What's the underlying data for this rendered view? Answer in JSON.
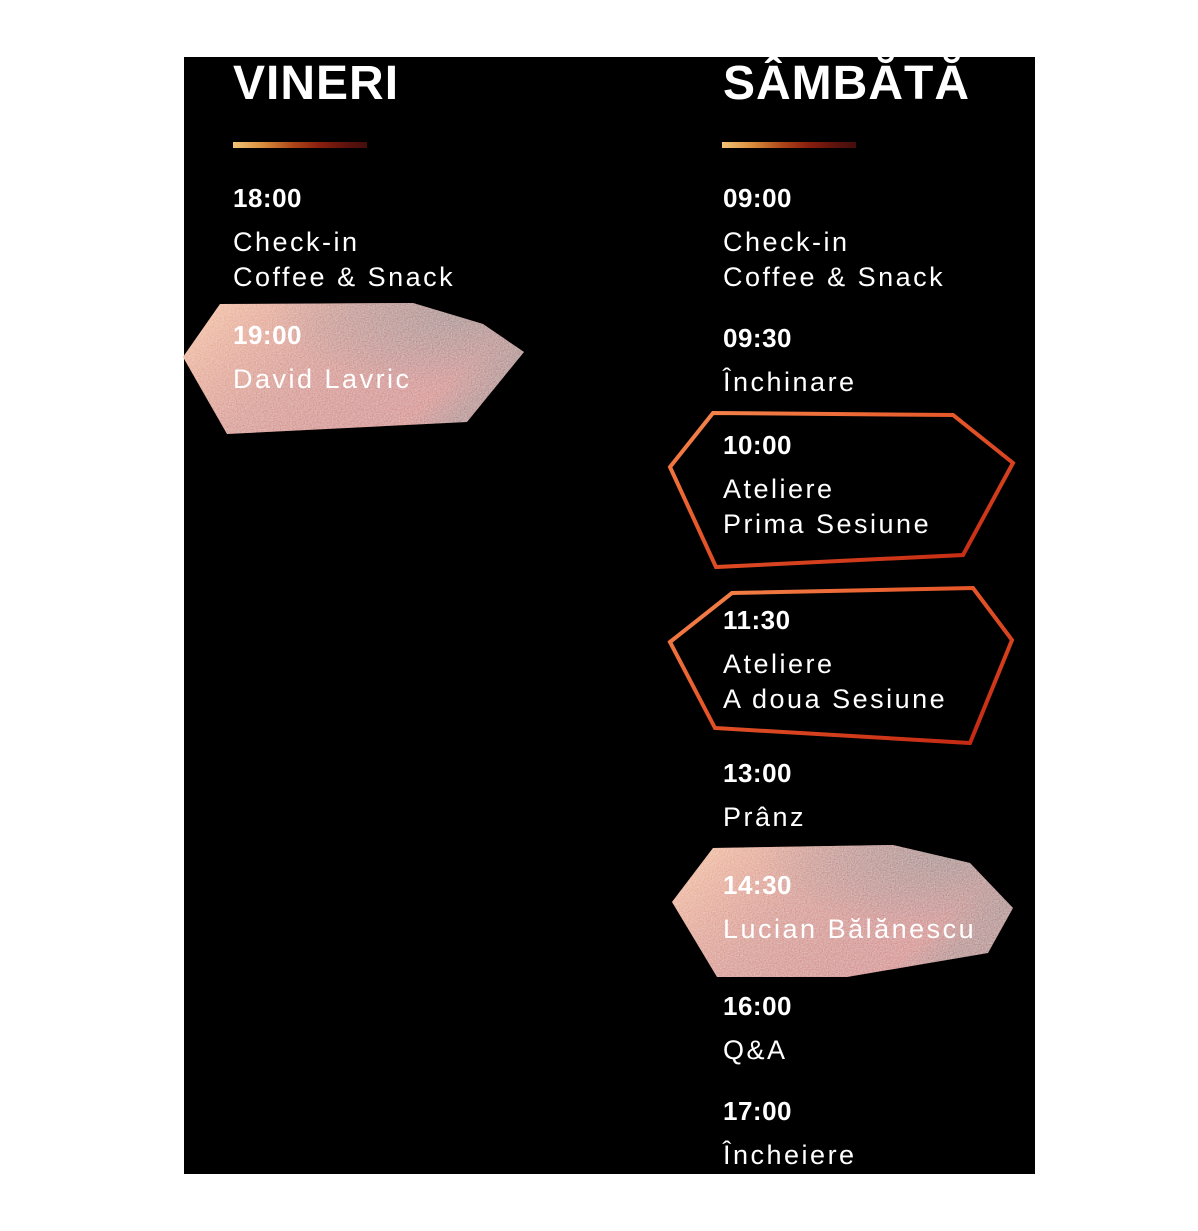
{
  "schedule": {
    "days": [
      {
        "title": "VINERI",
        "items": [
          {
            "time": "18:00",
            "lines": [
              "Check-in",
              "Coffee & Snack"
            ],
            "style": "plain"
          },
          {
            "time": "19:00",
            "lines": [
              "David Lavric"
            ],
            "style": "filled-highlight"
          }
        ]
      },
      {
        "title": "SÂMBĂTĂ",
        "items": [
          {
            "time": "09:00",
            "lines": [
              "Check-in",
              "Coffee & Snack"
            ],
            "style": "plain"
          },
          {
            "time": "09:30",
            "lines": [
              "Închinare"
            ],
            "style": "plain"
          },
          {
            "time": "10:00",
            "lines": [
              "Ateliere",
              "Prima Sesiune"
            ],
            "style": "outlined"
          },
          {
            "time": "11:30",
            "lines": [
              "Ateliere",
              "A doua Sesiune"
            ],
            "style": "outlined"
          },
          {
            "time": "13:00",
            "lines": [
              "Prânz"
            ],
            "style": "plain"
          },
          {
            "time": "14:30",
            "lines": [
              "Lucian Bălănescu"
            ],
            "style": "filled-highlight"
          },
          {
            "time": "16:00",
            "lines": [
              "Q&A"
            ],
            "style": "plain"
          },
          {
            "time": "17:00",
            "lines": [
              "Încheiere"
            ],
            "style": "plain"
          }
        ]
      }
    ],
    "colors": {
      "panel_background": "#000000",
      "text": "#ffffff",
      "highlight_gradient_start": "#f4ac6a",
      "highlight_gradient_end": "#8e150a",
      "outline_gradient_start": "#f68a50",
      "outline_gradient_end": "#c02410",
      "underline_gradient_start": "#f3c477",
      "underline_gradient_end": "#430e0b"
    }
  }
}
